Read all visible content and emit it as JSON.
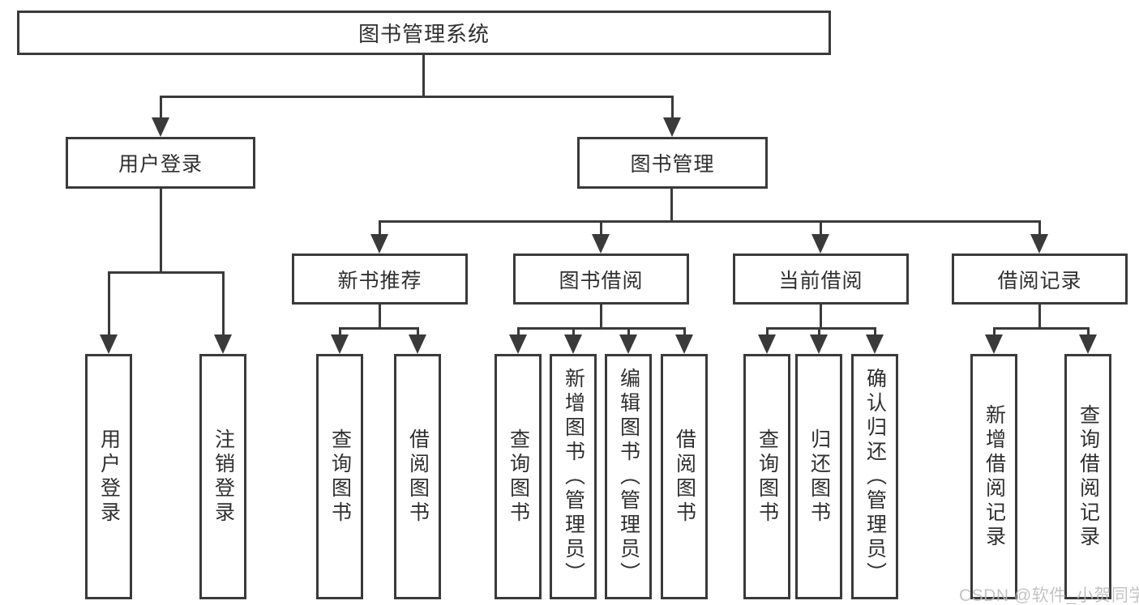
{
  "tree": {
    "root": {
      "label": "图书管理系统",
      "children": [
        {
          "label": "用户登录",
          "children": [
            {
              "label": "用户登录"
            },
            {
              "label": "注销登录"
            }
          ]
        },
        {
          "label": "图书管理",
          "children": [
            {
              "label": "新书推荐",
              "children": [
                {
                  "label": "查询图书"
                },
                {
                  "label": "借阅图书"
                }
              ]
            },
            {
              "label": "图书借阅",
              "children": [
                {
                  "label": "查询图书"
                },
                {
                  "label": "新增图书（管理员）"
                },
                {
                  "label": "编辑图书（管理员）"
                },
                {
                  "label": "借阅图书"
                }
              ]
            },
            {
              "label": "当前借阅",
              "children": [
                {
                  "label": "查询图书"
                },
                {
                  "label": "归还图书"
                },
                {
                  "label": "确认归还（管理员）"
                }
              ]
            },
            {
              "label": "借阅记录",
              "children": [
                {
                  "label": "新增借阅记录"
                },
                {
                  "label": "查询借阅记录"
                }
              ]
            }
          ]
        }
      ]
    }
  },
  "watermark": {
    "text": "CSDN @软件_小贺同学"
  },
  "colors": {
    "line": "#3a3a3a",
    "text": "#2f2f2f",
    "watermark": "#b9b9b9",
    "background": "#ffffff"
  }
}
